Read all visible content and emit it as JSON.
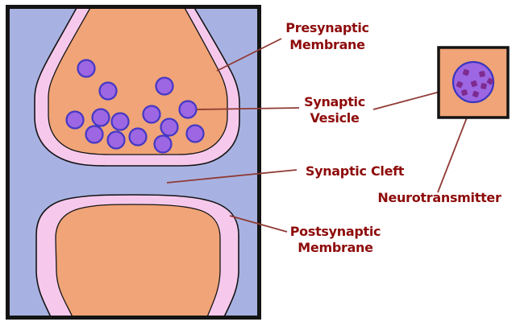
{
  "diagram": {
    "type": "labeled-illustration",
    "subject": "Chemical synapse structure",
    "labels": {
      "presynaptic_membrane": {
        "line1": "Presynaptic",
        "line2": "Membrane"
      },
      "synaptic_vesicle": {
        "line1": "Synaptic",
        "line2": "Vesicle"
      },
      "synaptic_cleft": {
        "line1": "Synaptic Cleft"
      },
      "neurotransmitter": {
        "line1": "Neurotransmitter"
      },
      "postsynaptic_membrane": {
        "line1": "Postsynaptic",
        "line2": "Membrane"
      }
    },
    "counts": {
      "synaptic_vesicles": 14,
      "neurotransmitter_molecules": 8
    },
    "colors": {
      "extracellular_background": "#a8b2e2",
      "membrane_pink": "#f6c9ec",
      "cytoplasm_orange": "#f0a477",
      "vesicle_purple": "#9d66e2",
      "vesicle_outline": "#4438c4",
      "neurotransmitter_magenta": "#7e2b90",
      "label_text": "#8e0b0b",
      "leader_line": "#8f3a34",
      "outline_black": "#141414"
    }
  }
}
